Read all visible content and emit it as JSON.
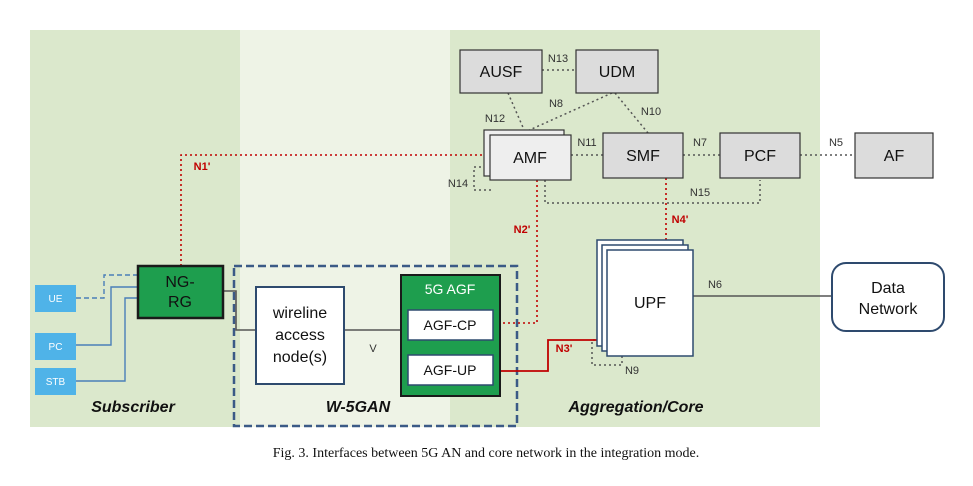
{
  "nodes": {
    "ausf": "AUSF",
    "udm": "UDM",
    "amf": "AMF",
    "smf": "SMF",
    "pcf": "PCF",
    "af": "AF",
    "upf": "UPF",
    "data_network_line1": "Data",
    "data_network_line2": "Network",
    "ng_rg_line1": "NG-",
    "ng_rg_line2": "RG",
    "wireline_line1": "wireline",
    "wireline_line2": "access",
    "wireline_line3": "node(s)",
    "agf_title": "5G AGF",
    "agf_cp": "AGF-CP",
    "agf_up": "AGF-UP",
    "ue": "UE",
    "pc": "PC",
    "stb": "STB"
  },
  "interfaces": {
    "n13": "N13",
    "n12": "N12",
    "n8": "N8",
    "n10": "N10",
    "n11": "N11",
    "n7": "N7",
    "n5": "N5",
    "n14": "N14",
    "n15": "N15",
    "n1p": "N1'",
    "n2p": "N2'",
    "n4p": "N4'",
    "n3p": "N3'",
    "n6": "N6",
    "n9": "N9",
    "v": "V"
  },
  "zones": {
    "subscriber": "Subscriber",
    "w5gan": "W-5GAN",
    "aggregation": "Aggregation/Core"
  },
  "caption": "Fig. 3. Interfaces between 5G AN and core network in the integration mode.",
  "colors": {
    "zone_subscriber": "#dbe8cc",
    "zone_w5gan": "#eef3e6",
    "zone_core": "#dbe8cc",
    "green_box": "#1e9e4e",
    "blue_device": "#4fb3e8",
    "red_link": "#c00000",
    "navy_border": "#2e4a6e"
  }
}
